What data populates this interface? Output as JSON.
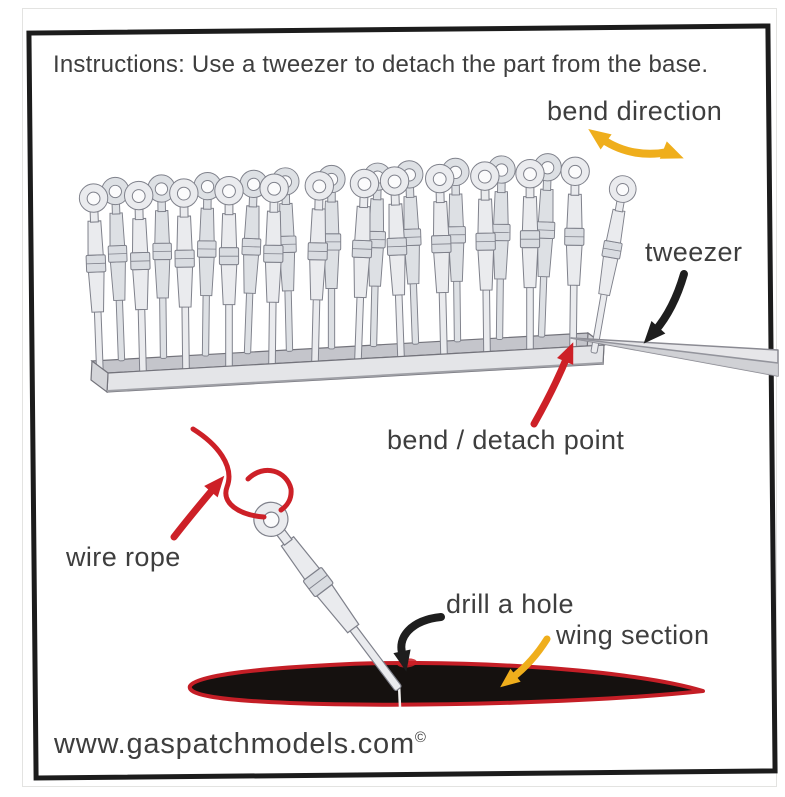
{
  "title": "Instructions: Use a tweezer to detach the part from the base.",
  "annotations": {
    "bend_direction": "bend direction",
    "tweezer": "tweezer",
    "bend_detach_point": "bend / detach point",
    "wire_rope": "wire rope",
    "drill_a_hole": "drill a hole",
    "wing_section": "wing section"
  },
  "footer": {
    "website": "www.gaspatchmodels.com",
    "copyright_symbol": "©"
  },
  "sprue": {
    "front_row_parts": 12,
    "back_row_parts": 11
  },
  "colors": {
    "annotation_red": "#cd2027",
    "annotation_yellow": "#efae1c",
    "annotation_black": "#1e1e1e",
    "text": "#3e3e3e",
    "frame": "#1c1c1c",
    "part_fill": "#eaebee",
    "part_fill_back": "#dde0e4",
    "collar_fill": "#d9dce1",
    "part_stroke": "#7f818b",
    "hole_fill": "#fbfbfc",
    "base_top": "#c4c5cb",
    "base_front": "#e4e5e8",
    "base_end": "#d4d5d9",
    "tweezer_fill": "#e6e6e9",
    "tweezer_shade": "#cdced3",
    "wing_fill": "#15110f",
    "wing_outline": "#c41e26"
  }
}
